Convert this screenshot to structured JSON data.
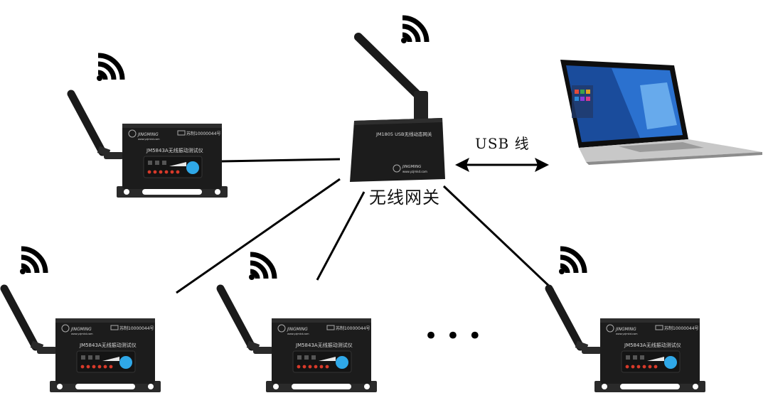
{
  "gateway": {
    "model_label": "JM1805 USB无线动态网关",
    "brand_label": "JINGMING",
    "brand_url": "www.yzjmkd.com",
    "caption": "无线网关"
  },
  "usb_link": {
    "label": "USB 线"
  },
  "sensor": {
    "brand_label": "JINGMING",
    "brand_url": "www.yzjmkd.com",
    "cert_label": "苏制10000044号",
    "model_label": "JM5843A无线振动测试仪"
  },
  "sensors": [
    {
      "id": "top-left"
    },
    {
      "id": "bottom-left"
    },
    {
      "id": "bottom-middle"
    },
    {
      "id": "bottom-right"
    }
  ],
  "ellipsis": "• • •",
  "colors": {
    "device_body": "#1c1c1c",
    "device_face": "#141414",
    "led_red": "#d83a2a",
    "button_blue": "#2fa8e8",
    "laptop_screen": "#1a4c9c",
    "laptop_body": "#c8c8c8",
    "line": "#000000"
  },
  "icons": [
    "wifi-icon",
    "antenna-icon",
    "laptop-icon",
    "usb-double-arrow-icon"
  ]
}
